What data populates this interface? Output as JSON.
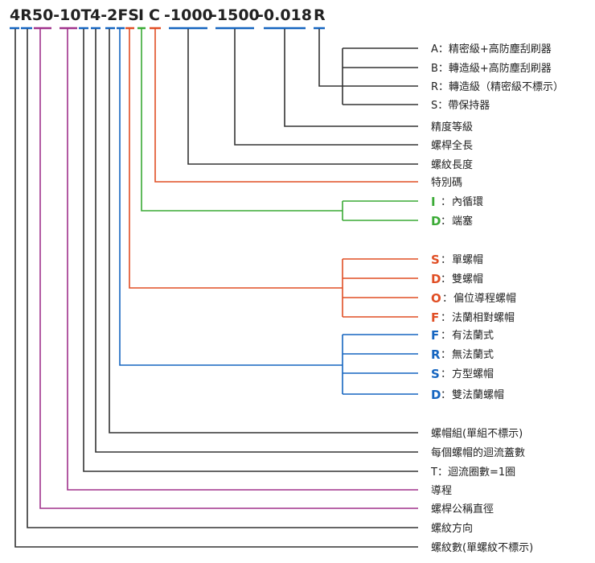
{
  "colors": {
    "black": "#333333",
    "blue": "#1565c0",
    "magenta": "#a0328c",
    "green": "#3aaa35",
    "red": "#e04e24"
  },
  "code": {
    "segments": [
      "4R50-10T",
      "4-2FS",
      "I",
      "C",
      "-1000",
      "-1500",
      "-0.018",
      "R"
    ]
  },
  "labels": {
    "grade_a": "A：精密級+高防塵刮刷器",
    "grade_b": "B：轉造級+高防塵刮刷器",
    "grade_r": "R：轉造級（精密級不標示）",
    "grade_s": "S：帶保持器",
    "accuracy": "精度等級",
    "screw_length": "螺桿全長",
    "thread_length": "螺紋長度",
    "special_code": "特別碼",
    "circ_i_key": "I",
    "circ_i_text": "內循環",
    "circ_d_key": "D",
    "circ_d_text": "端塞",
    "nut_s_key": "S",
    "nut_s_text": "單螺帽",
    "nut_d_key": "D",
    "nut_d_text": "雙螺帽",
    "nut_o_key": "O",
    "nut_o_text": "偏位導程螺帽",
    "nut_f_key": "F",
    "nut_f_text": "法蘭相對螺帽",
    "flange_f_key": "F",
    "flange_f_text": "有法蘭式",
    "flange_r_key": "R",
    "flange_r_text": "無法蘭式",
    "flange_s_key": "S",
    "flange_s_text": "方型螺帽",
    "flange_d_key": "D",
    "flange_d_text": "雙法蘭螺帽",
    "nut_set": "螺帽組(單組不標示)",
    "circuits_per_nut": "每個螺帽的迴流蓋數",
    "turns": "T：迴流圈數=1圈",
    "lead": "導程",
    "nominal_diameter": "螺桿公稱直徑",
    "thread_direction": "螺紋方向",
    "thread_starts": "螺紋數(單螺紋不標示)"
  }
}
